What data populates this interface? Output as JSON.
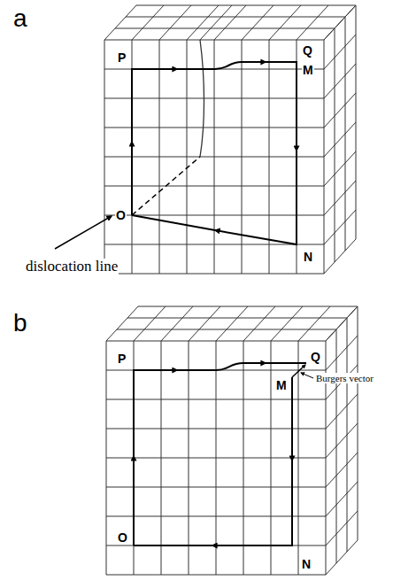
{
  "diagram": {
    "labels": [
      "a",
      "P",
      "Q",
      "M",
      "O",
      "dislocation line",
      "N",
      "b",
      "P",
      "M",
      "Q",
      "Burgers vector",
      "O",
      "N"
    ]
  }
}
